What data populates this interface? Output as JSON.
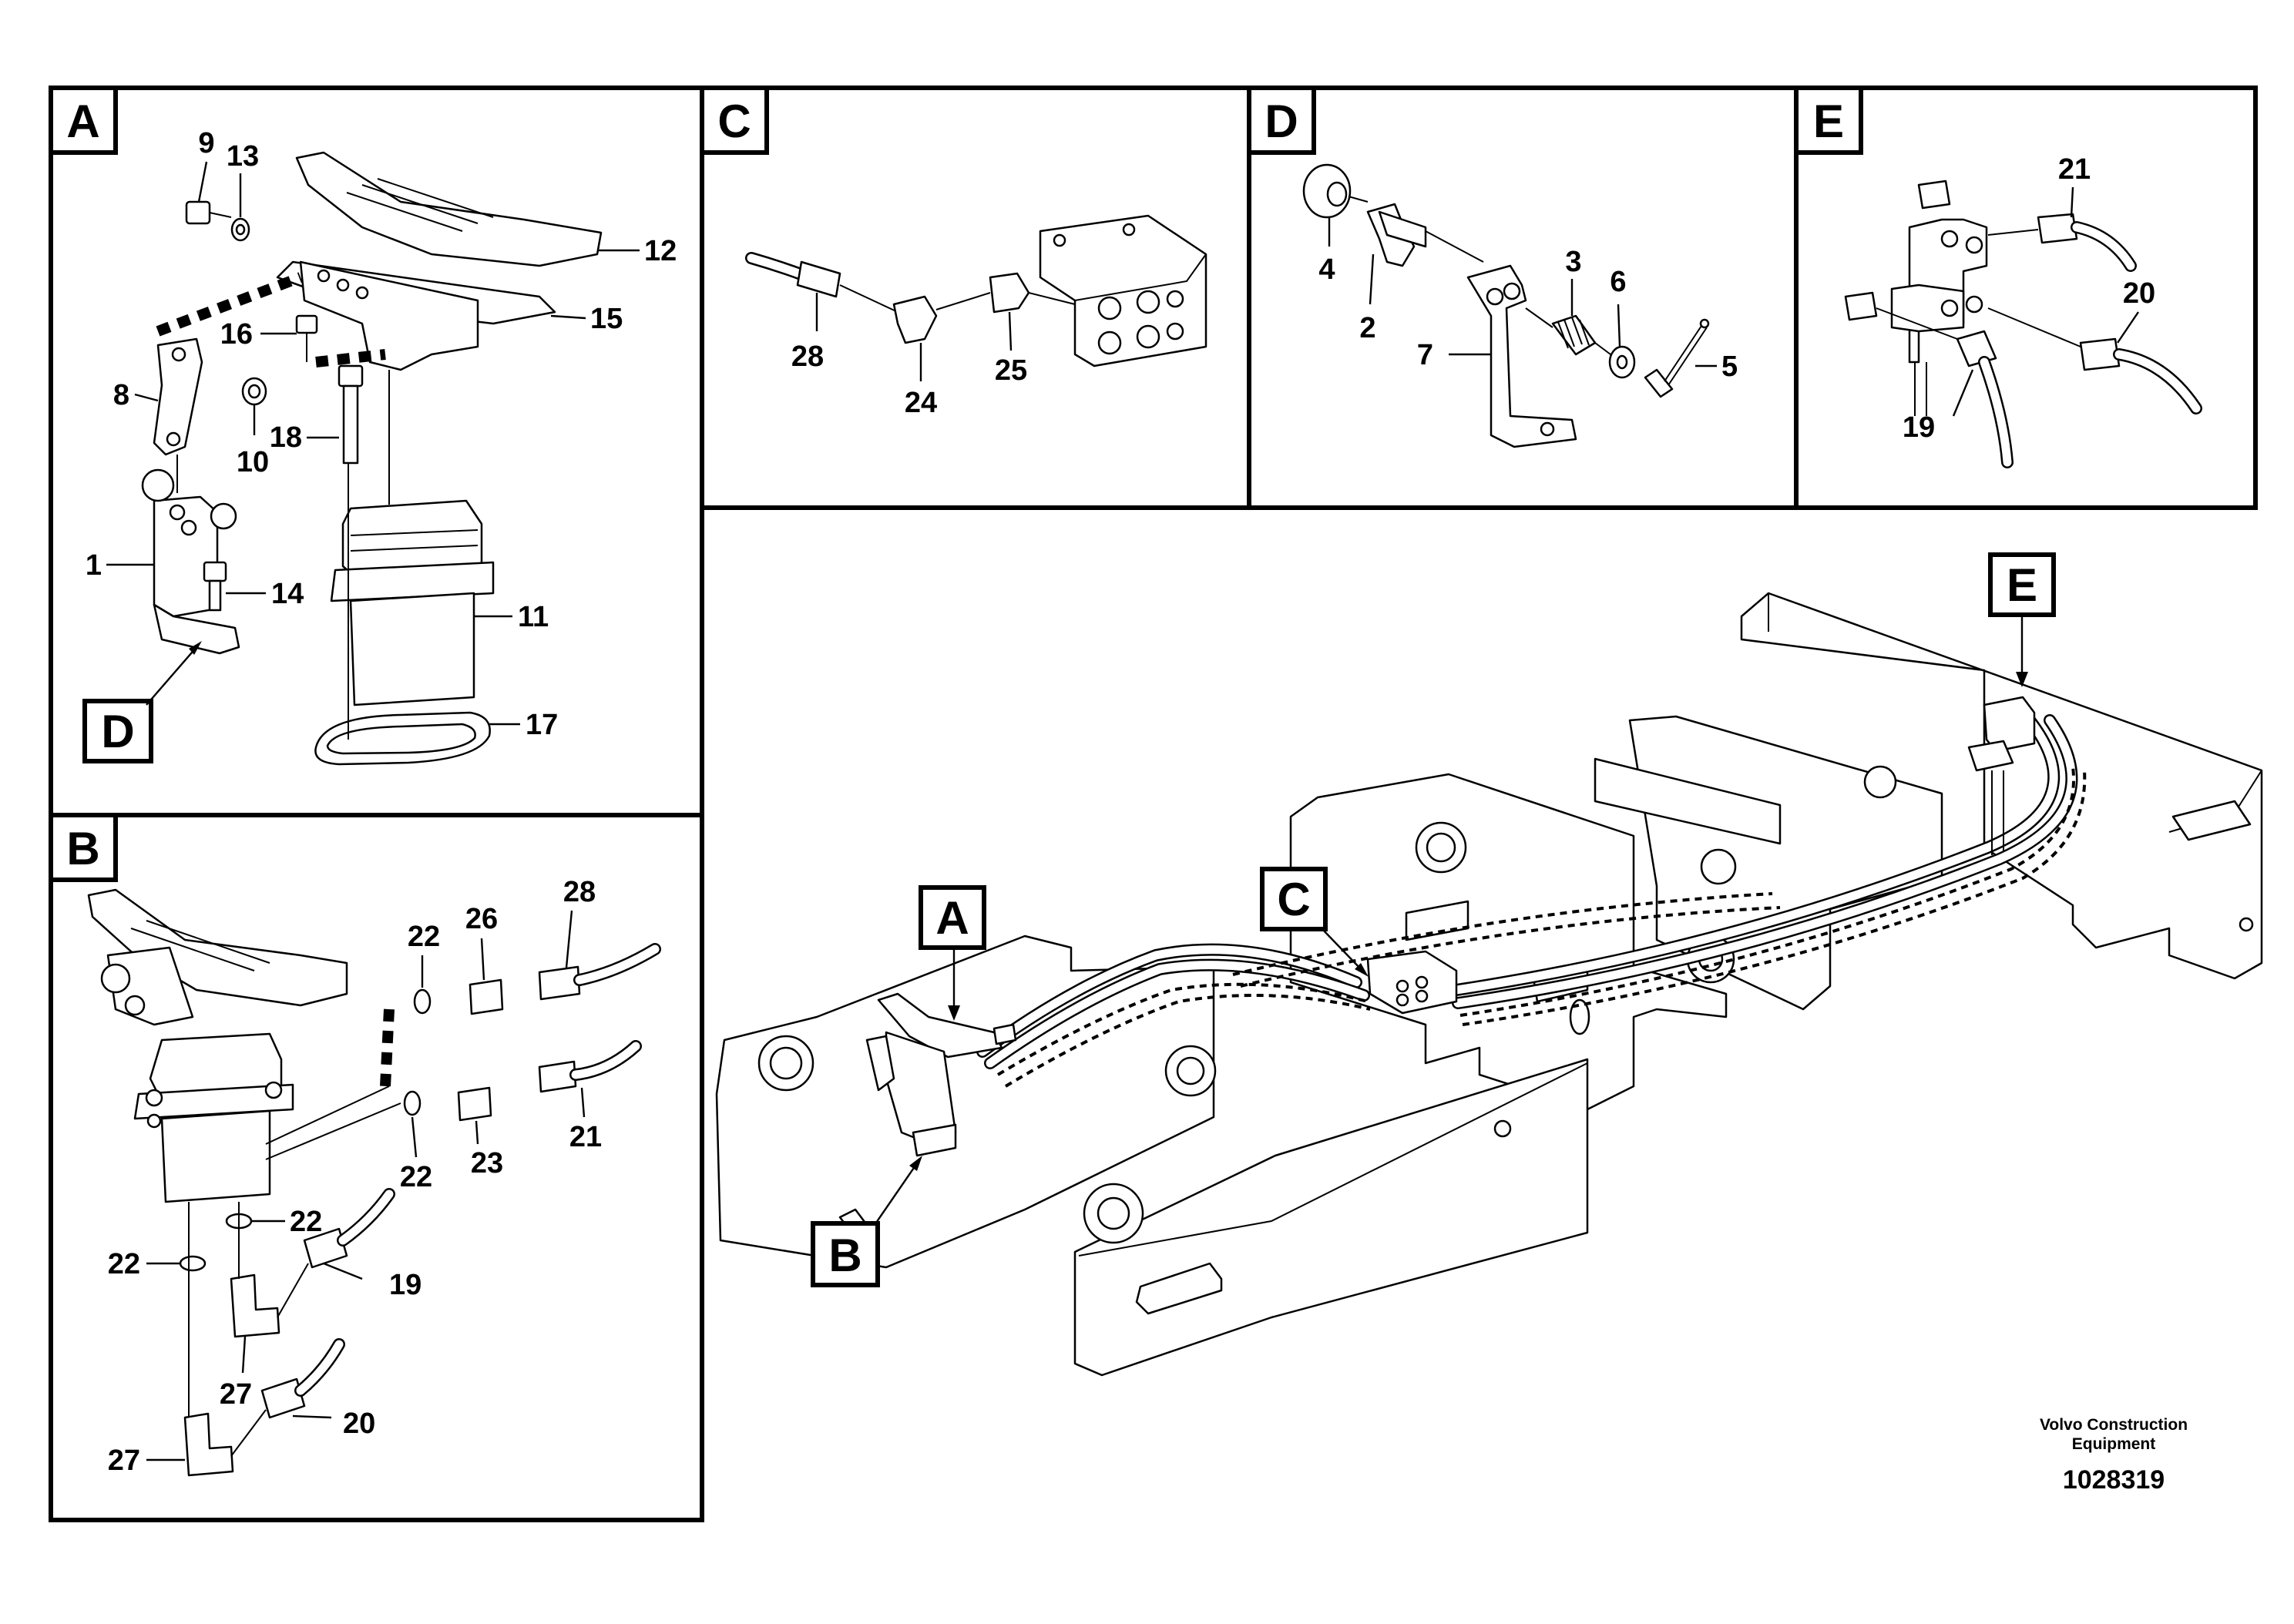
{
  "panels": [
    {
      "id": "A",
      "tag": "A"
    },
    {
      "id": "B",
      "tag": "B"
    },
    {
      "id": "C",
      "tag": "C"
    },
    {
      "id": "D",
      "tag": "D"
    },
    {
      "id": "E",
      "tag": "E"
    }
  ],
  "callouts": {
    "A": [
      "9",
      "13",
      "12",
      "15",
      "16",
      "8",
      "10",
      "18",
      "1",
      "14",
      "11",
      "17"
    ],
    "A_ref": "D",
    "B": [
      "22",
      "26",
      "28",
      "22",
      "23",
      "21",
      "22",
      "22",
      "19",
      "27",
      "20",
      "27"
    ],
    "C": [
      "28",
      "24",
      "25"
    ],
    "D": [
      "4",
      "2",
      "7",
      "3",
      "6",
      "5"
    ],
    "E": [
      "21",
      "20",
      "19"
    ]
  },
  "overview_tags": [
    "A",
    "B",
    "C",
    "E"
  ],
  "branding": {
    "line1": "Volvo Construction",
    "line2": "Equipment",
    "doc_number": "1028319"
  }
}
